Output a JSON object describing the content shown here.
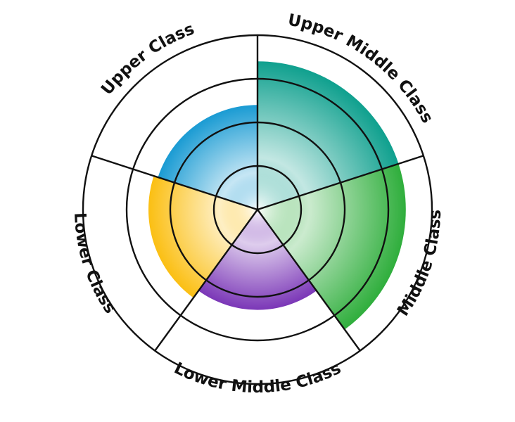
{
  "chart_data": {
    "type": "polar-area",
    "rings": 4,
    "rmax": 4,
    "categories": [
      "Upper Middle Class",
      "Middle Class",
      "Lower Middle Class",
      "Lower Class",
      "Upper Class"
    ],
    "values": [
      3.4,
      3.4,
      2.3,
      2.5,
      2.4
    ],
    "colors": [
      "#0fa08e",
      "#2fae3c",
      "#7b37b7",
      "#fbbf13",
      "#1a9bd3"
    ],
    "grid": true,
    "legend": "none"
  }
}
